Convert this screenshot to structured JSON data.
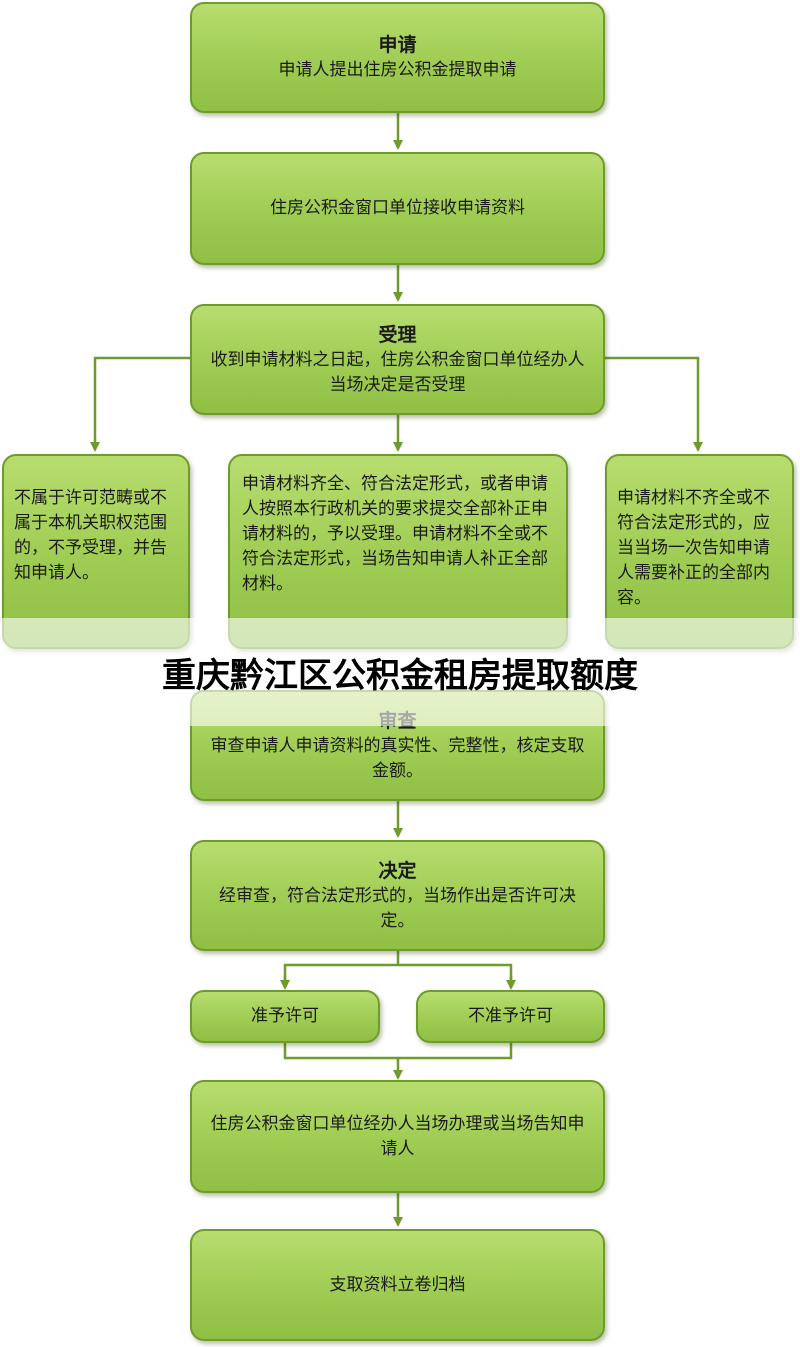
{
  "nodes": {
    "apply": {
      "title": "申请",
      "body": "申请人提出住房公积金提取申请"
    },
    "receive": {
      "body": "住房公积金窗口单位接收申请资料"
    },
    "accept": {
      "title": "受理",
      "body": "收到申请材料之日起，住房公积金窗口单位经办人当场决定是否受理"
    },
    "left": {
      "body": "不属于许可范畴或不属于本机关职权范围的，不予受理，并告知申请人。"
    },
    "center": {
      "body": "申请材料齐全、符合法定形式，或者申请人按照本行政机关的要求提交全部补正申请材料的，予以受理。申请材料不全或不符合法定形式，当场告知申请人补正全部材料。"
    },
    "right": {
      "body": "申请材料不齐全或不符合法定形式的，应当当场一次告知申请人需要补正的全部内容。"
    },
    "review": {
      "title": "审查",
      "body": "审查申请人申请资料的真实性、完整性，核定支取金额。"
    },
    "decide": {
      "title": "决定",
      "body": "经审查，符合法定形式的，当场作出是否许可决定。"
    },
    "grant": {
      "body": "准予许可"
    },
    "deny": {
      "body": "不准予许可"
    },
    "handle": {
      "body": "住房公积金窗口单位经办人当场办理或当场告知申请人"
    },
    "archive": {
      "body": "支取资料立卷归档"
    }
  },
  "banner": {
    "title": "重庆黔江区公积金租房提取额度"
  },
  "colors": {
    "box_fill": "#9fcc53",
    "box_border": "#6f9a2c",
    "connector": "#6f9a2c"
  }
}
